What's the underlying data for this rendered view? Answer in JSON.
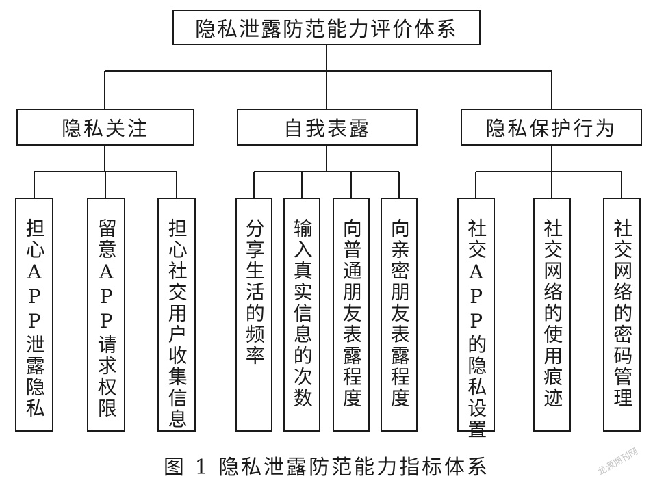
{
  "root": {
    "label": "隐私泄露防范能力评价体系"
  },
  "categories": [
    {
      "label": "隐私关注"
    },
    {
      "label": "自我表露"
    },
    {
      "label": "隐私保护行为"
    }
  ],
  "indicators": [
    {
      "label": "担心APP泄露隐私"
    },
    {
      "label": "留意APP请求权限"
    },
    {
      "label": "担心社交用户收集信息"
    },
    {
      "label": "分享生活的频率"
    },
    {
      "label": "输入真实信息的次数"
    },
    {
      "label": "向普通朋友表露程度"
    },
    {
      "label": "向亲密朋友表露程度"
    },
    {
      "label": "社交APP的隐私设置"
    },
    {
      "label": "社交网络的使用痕迹"
    },
    {
      "label": "社交网络的密码管理"
    }
  ],
  "caption": "图 1  隐私泄露防范能力指标体系",
  "watermark": "龙源期刊网"
}
